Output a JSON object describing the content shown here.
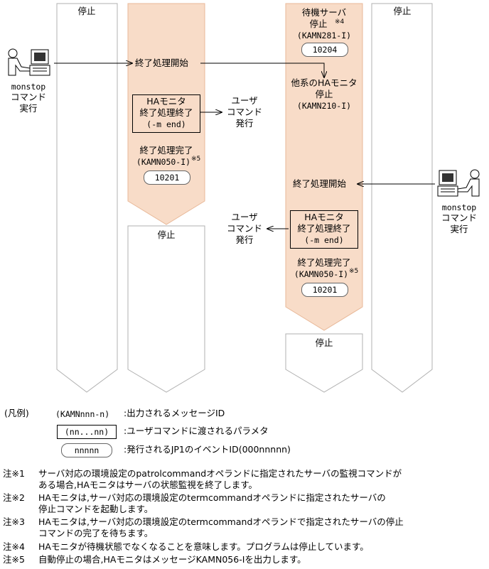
{
  "lanes": {
    "left_stopped_top": "停止",
    "right_stopped_top": "停止",
    "left_stopped_bottom": "停止",
    "standby_stopped_bottom": "停止"
  },
  "active_flow": {
    "shutdown_start": "終了処理開始",
    "ha_monitor_box": [
      "HAモニタ",
      "終了処理終了",
      "(-m end)"
    ],
    "user_command": [
      "ユーザ",
      "コマンド",
      "発行"
    ],
    "shutdown_done": [
      "終了処理完了",
      "(KAMN050-I)"
    ],
    "shutdown_done_note": "※5",
    "event_id": "10201"
  },
  "standby_flow": {
    "standby_stop": [
      "待機サーバ",
      "停止"
    ],
    "standby_stop_note": "※4",
    "standby_stop_msg": "(KAMN281-I)",
    "standby_event_id": "10204",
    "other_system_stop": [
      "他系のHAモニタ",
      "停止",
      "(KAMN210-I)"
    ],
    "shutdown_start": "終了処理開始",
    "ha_monitor_box": [
      "HAモニタ",
      "終了処理終了",
      "(-m end)"
    ],
    "user_command": [
      "ユーザ",
      "コマンド",
      "発行"
    ],
    "shutdown_done": [
      "終了処理完了",
      "(KAMN050-I)"
    ],
    "shutdown_done_note": "※5",
    "event_id": "10201"
  },
  "operators": {
    "left": [
      "monstop",
      "コマンド",
      "実行"
    ],
    "right": [
      "monstop",
      "コマンド",
      "実行"
    ]
  },
  "legend": {
    "title": "(凡例)",
    "message_id_sample": "(KAMNnnn-n)",
    "message_id_desc": ":出力されるメッセージID",
    "param_sample": "(nn...nn)",
    "param_desc": ":ユーザコマンドに渡されるパラメタ",
    "event_sample": "nnnnn",
    "event_desc": ":発行されるJP1のイベントID(000nnnnn)"
  },
  "notes": [
    {
      "label": "注※1",
      "lines": [
        "サーバ対応の環境設定のpatrolcommandオペランドに指定されたサーバの監視コマンドが",
        "ある場合,HAモニタはサーバの状態監視を終了します。"
      ]
    },
    {
      "label": "注※2",
      "lines": [
        "HAモニタは,サーバ対応の環境設定のtermcommandオペランドに指定されたサーバの",
        "停止コマンドを起動します。"
      ]
    },
    {
      "label": "注※3",
      "lines": [
        "HAモニタは,サーバ対応の環境設定のtermcommandオペランドで指定されたサーバの停止",
        "コマンドの完了を待ちます。"
      ]
    },
    {
      "label": "注※4",
      "lines": [
        "HAモニタが待機状態でなくなることを意味します。プログラムは停止しています。"
      ]
    },
    {
      "label": "注※5",
      "lines": [
        "自動停止の場合,HAモニタはメッセージKAMN056-Iを出力します。"
      ]
    }
  ],
  "colors": {
    "active_fill": "#f8dcc8",
    "active_stroke": "#e8b898",
    "lane_stroke": "#b0b0b0"
  }
}
